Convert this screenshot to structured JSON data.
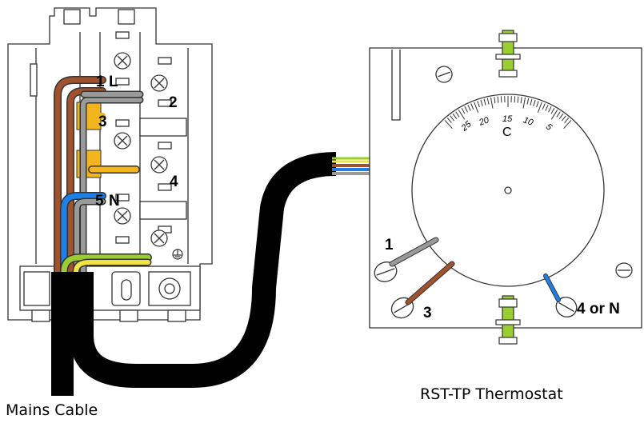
{
  "junction_box": {
    "terminals": {
      "t1": "1",
      "tL": "L",
      "t2": "2",
      "t3": "3",
      "t4": "4",
      "t5": "5",
      "tN": "N"
    }
  },
  "thermostat": {
    "title": "RST-TP Thermostat",
    "unit": "C",
    "scale_labels": [
      "25",
      "20",
      "15",
      "10",
      "5"
    ],
    "terminals": {
      "t1": "1",
      "t3": "3",
      "t4n": "4 or N"
    }
  },
  "mains_cable_label": "Mains Cable",
  "colors": {
    "live_brown": "#a0522d",
    "neutral_blue": "#1e7fe6",
    "grey": "#9a9a9a",
    "earth_green": "#9acd32",
    "earth_yellow": "#f0e442",
    "link_amber": "#f2b51d",
    "cable_black": "#000000",
    "outline": "#333333"
  }
}
